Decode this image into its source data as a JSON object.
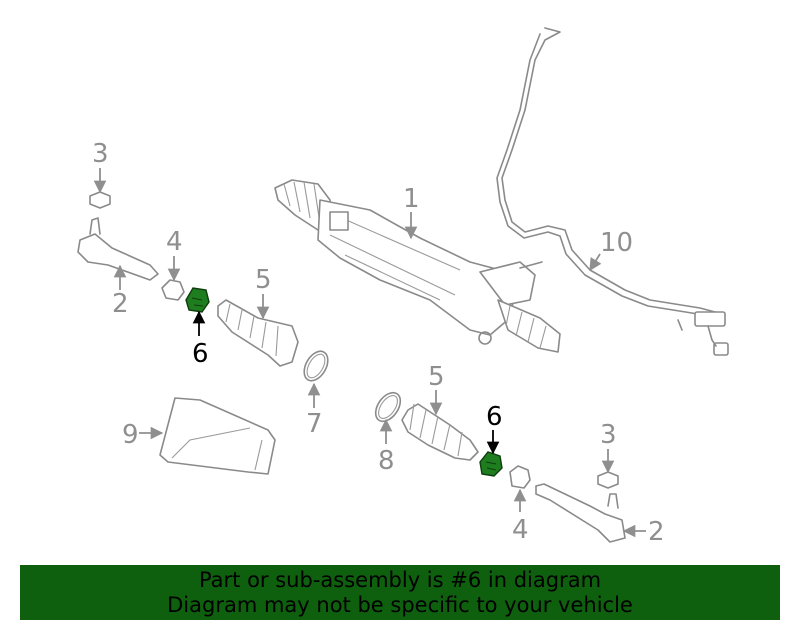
{
  "labels": {
    "l1": "1",
    "l2a": "2",
    "l2b": "2",
    "l3a": "3",
    "l3b": "3",
    "l4a": "4",
    "l4b": "4",
    "l5a": "5",
    "l5b": "5",
    "l6a": "6",
    "l6b": "6",
    "l7": "7",
    "l8": "8",
    "l9": "9",
    "l10": "10"
  },
  "colors": {
    "highlight": "#1e7d1e",
    "banner": "#0e5f0e",
    "lines": "#8a8a8a"
  },
  "banner": {
    "line1": "Part or sub-assembly is #6 in diagram",
    "line2": "Diagram may not be specific to your vehicle"
  }
}
